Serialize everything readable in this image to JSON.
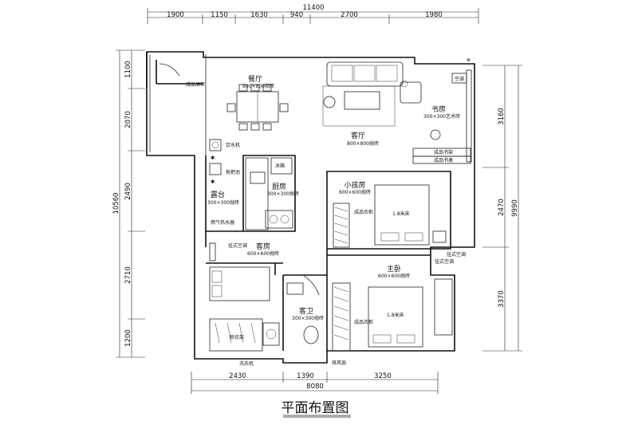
{
  "title": "平面布置图",
  "dimensions": {
    "top_total": "11400",
    "top": [
      "1900",
      "1150",
      "1630",
      "940",
      "2700",
      "1980"
    ],
    "bottom_total": "8080",
    "bottom": [
      "2430",
      "1390",
      "3250"
    ],
    "left_total": "10560",
    "left": [
      "1100",
      "2070",
      "2490",
      "2710",
      "1200"
    ],
    "right_total": "9990",
    "right": [
      "3160",
      "2470",
      "3370"
    ]
  },
  "rooms": {
    "dining": {
      "name": "餐厅",
      "spec": "800×800抛砖"
    },
    "living": {
      "name": "客厅",
      "spec": "800×800抛砖"
    },
    "study": {
      "name": "书房",
      "spec": "300×300艺术砖"
    },
    "kitchen": {
      "name": "厨房",
      "spec": "300×300抛砖"
    },
    "balcony": {
      "name": "露台",
      "spec": "300×300抛砖"
    },
    "kids": {
      "name": "小孩房",
      "spec": "600×600抛砖"
    },
    "guest": {
      "name": "客房",
      "spec": "600×600抛砖"
    },
    "master": {
      "name": "主卧",
      "spec": "600×600抛砖"
    },
    "guest_bath": {
      "name": "客卫",
      "spec": "300×300抛砖"
    }
  },
  "labels": {
    "wine_cabinet": "成品酒柜",
    "water_dispenser": "饮水机",
    "laundry_pool": "拖把池",
    "gas_heater": "燃气热水器",
    "wall_ac_guest": "挂式空调",
    "wall_ac_master_1": "挂式空调",
    "wall_ac_master_2": "挂式空调",
    "bookshelf": "成品书架",
    "desk": "成品书桌",
    "ac": "空调",
    "fridge": "冰箱",
    "kids_wardrobe": "成品衣柜",
    "master_wardrobe": "成品衣柜",
    "kids_bed": "1.8米床",
    "master_bed": "1.8米床",
    "washer": "洗衣机",
    "exhaust_fan": "排风扇",
    "drying_rack": "晾衣架"
  }
}
